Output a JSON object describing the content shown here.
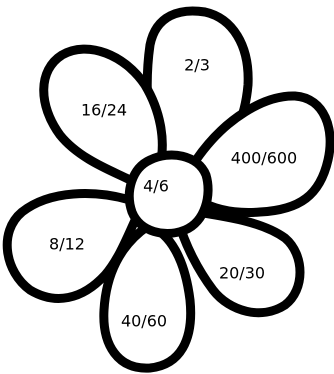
{
  "flower": {
    "center_label": "4/6",
    "petals": [
      {
        "label": "2/3"
      },
      {
        "label": "400/600"
      },
      {
        "label": "20/30"
      },
      {
        "label": "40/60"
      },
      {
        "label": "8/12"
      },
      {
        "label": "16/24"
      }
    ]
  },
  "colors": {
    "outline": "#000000",
    "fill": "#ffffff"
  }
}
